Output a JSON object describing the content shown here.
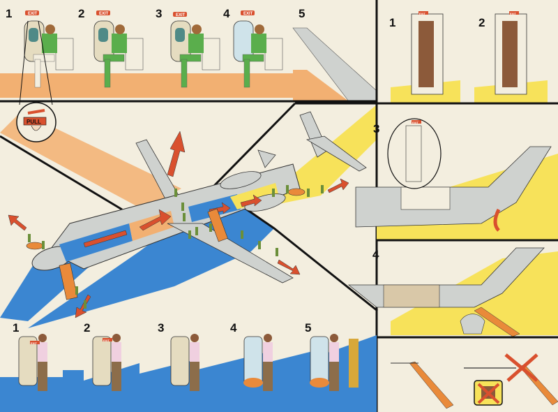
{
  "card": {
    "colors": {
      "paper": "#f3eedf",
      "orange": "#f2b072",
      "blue": "#3b86d1",
      "yellow": "#f7e25a",
      "green": "#5aae4c",
      "arrow": "#d9502e",
      "grey": "#cfd2cf",
      "outline": "#111111"
    },
    "overwing_exit": {
      "steps": [
        "1",
        "2",
        "3",
        "4",
        "5"
      ],
      "sign": "EXIT",
      "handle_label": "PULL"
    },
    "door_exit": {
      "steps": [
        "1",
        "2",
        "3",
        "4",
        "5"
      ],
      "sign": "EXIT"
    },
    "tail_exit": {
      "steps": [
        "1",
        "2",
        "3",
        "4"
      ],
      "sign": "EXIT"
    },
    "slide_panel": {
      "icons": [
        "slide-jump-icon",
        "no-luggage-icon",
        "no-high-heels-icon"
      ]
    }
  }
}
